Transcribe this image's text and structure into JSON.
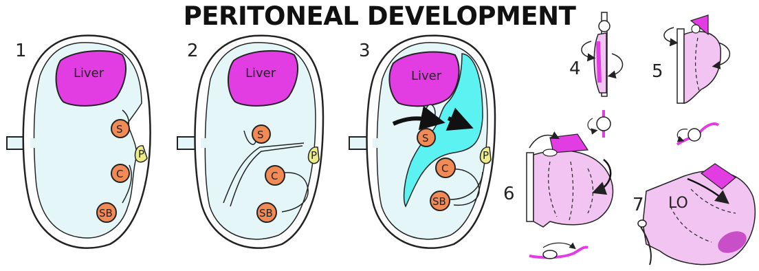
{
  "title": "PERITONEAL DEVELOPMENT",
  "colors": {
    "liver": "#e23ce3",
    "organ": "#f28a55",
    "pancreas": "#ecec88",
    "cavity": "#e4f6f8",
    "lesser_sac": "#5cf2f2",
    "mesentery": "#f2c4f2",
    "outline": "#222222"
  },
  "stages": {
    "s1": {
      "number": "1",
      "liver": "Liver",
      "stomach": "S",
      "colon": "C",
      "small_bowel": "SB",
      "pancreas": "P"
    },
    "s2": {
      "number": "2",
      "liver": "Liver",
      "stomach": "S",
      "colon": "C",
      "small_bowel": "SB",
      "pancreas": "P"
    },
    "s3": {
      "number": "3",
      "liver": "Liver",
      "stomach": "S",
      "colon": "C",
      "small_bowel": "SB",
      "pancreas": "P"
    },
    "s4": {
      "number": "4"
    },
    "s5": {
      "number": "5"
    },
    "s6": {
      "number": "6"
    },
    "s7": {
      "number": "7",
      "label": "LO"
    }
  }
}
